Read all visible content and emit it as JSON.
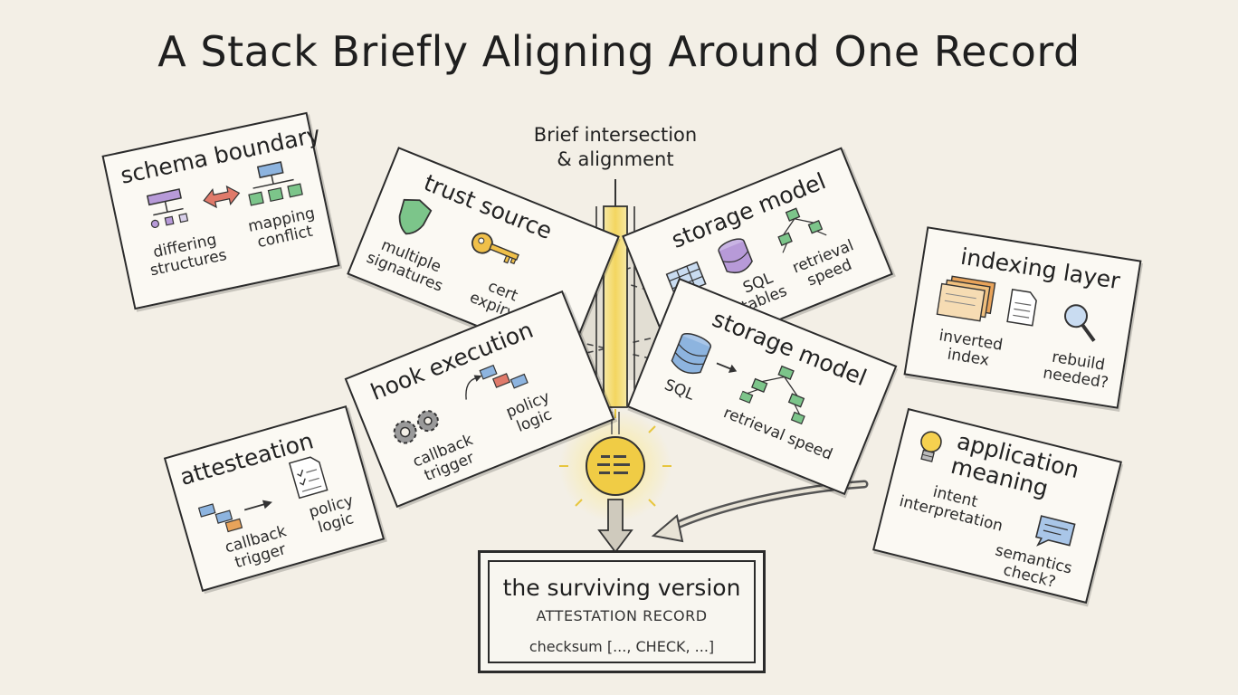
{
  "title": "A Stack Briefly Aligning Around One Record",
  "intersection_note": {
    "line1": "Brief intersection",
    "line2": "& alignment"
  },
  "cards": {
    "schema": {
      "title": "schema boundary",
      "label_left": [
        "differing",
        "structures"
      ],
      "label_right": [
        "mapping",
        "conflict"
      ]
    },
    "trust": {
      "title": "trust source",
      "label_left": [
        "multiple",
        "signatures"
      ],
      "label_right": [
        "cert",
        "expiry?"
      ]
    },
    "storage_top": {
      "title": "storage model",
      "label_mid": [
        "SQL",
        "tables"
      ],
      "label_right": [
        "retrieval",
        "speed"
      ]
    },
    "hook": {
      "title": "hook execution",
      "label_left": [
        "callback",
        "trigger"
      ],
      "label_right": [
        "policy",
        "logic"
      ]
    },
    "storage_bottom": {
      "title": "storage model",
      "label_left": "SQL",
      "label_right": "retrieval speed"
    },
    "indexing": {
      "title": "indexing layer",
      "label_left": [
        "inverted",
        "index"
      ],
      "label_right": [
        "rebuild",
        "needed?"
      ]
    },
    "attestation": {
      "title": "attesteation",
      "label_left": [
        "callback",
        "trigger"
      ],
      "label_right": [
        "policy",
        "logic"
      ]
    },
    "application": {
      "title_line1": "application",
      "title_line2": "meaning",
      "label_left": [
        "intent",
        "interpretation"
      ],
      "label_right": [
        "semantics",
        "check?"
      ]
    }
  },
  "result": {
    "heading": "the surviving version",
    "subheading": "ATTESTATION RECORD",
    "checksum": "checksum [..., CHECK, ...]"
  },
  "colors": {
    "background": "#f3efe6",
    "beam": "#f3dc72",
    "coin": "#f0cc45",
    "ink": "#2b2b2b",
    "green_icon": "#7cc58a",
    "purple_icon": "#b79ad8",
    "blue_icon": "#8db4df",
    "orange_icon": "#e8a35a",
    "red_arrow": "#e07a6a"
  }
}
